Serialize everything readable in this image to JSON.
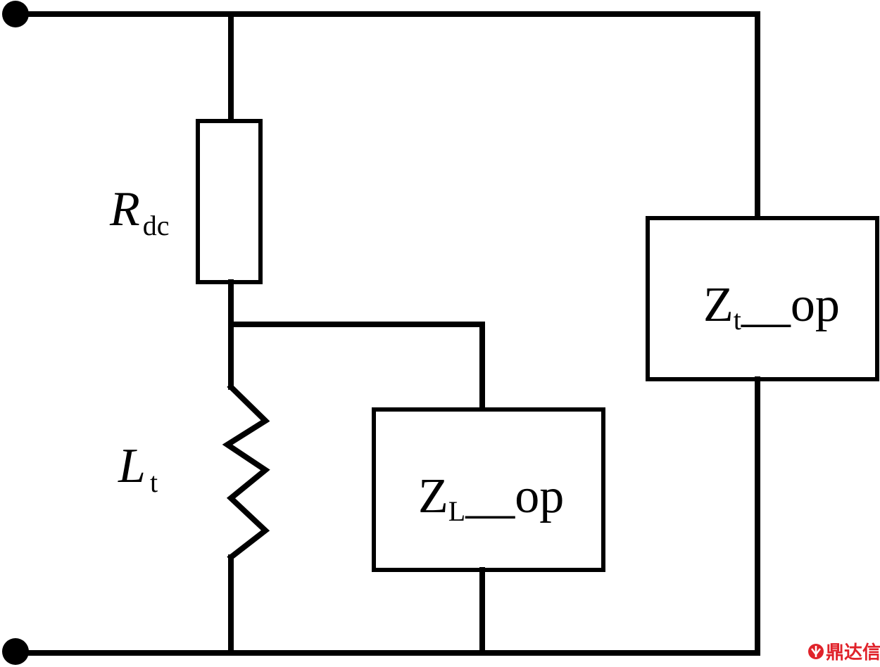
{
  "components": {
    "rdc": {
      "main": "R",
      "sub": "dc"
    },
    "lt": {
      "main": "L",
      "sub": "t"
    },
    "zl_op": {
      "main": "Z",
      "sub": "L",
      "suffix": "__op"
    },
    "zt_op": {
      "main": "Z",
      "sub": "t",
      "suffix": "__op"
    }
  },
  "watermark": {
    "text": "鼎达信",
    "color": "#e0222a"
  },
  "colors": {
    "wire": "#000000",
    "background": "#ffffff"
  }
}
